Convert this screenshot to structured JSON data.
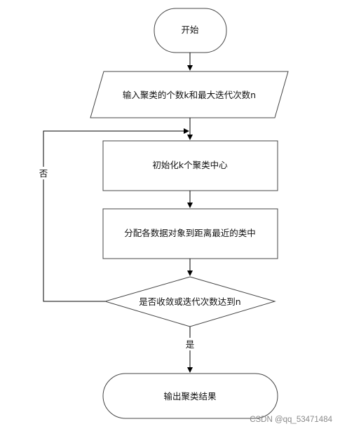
{
  "flowchart": {
    "nodes": {
      "start": "开始",
      "input": "输入聚类的个数k和最大迭代次数n",
      "init": "初始化k个聚类中心",
      "assign": "分配各数据对象到距离最近的类中",
      "decision": "是否收敛或迭代次数达到n",
      "end": "输出聚类结果"
    },
    "edge_labels": {
      "no": "否",
      "yes": "是"
    }
  },
  "watermark": "CSDN @qq_53471484"
}
